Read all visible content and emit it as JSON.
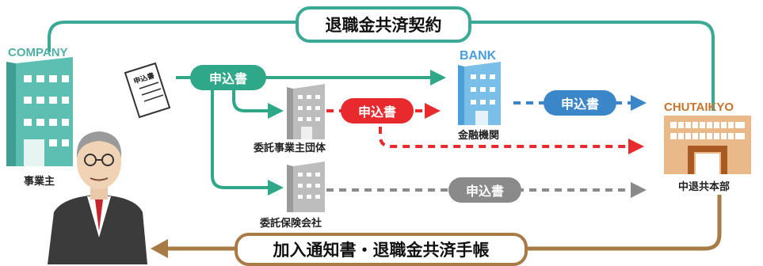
{
  "top_banner": "退職金共済契約",
  "bottom_banner": "加入通知書・退職金共済手帳",
  "company": {
    "tag": "COMPANY",
    "label": "事業主",
    "color": "#4fb0a6"
  },
  "bank": {
    "tag": "BANK",
    "label": "金融機関",
    "color": "#4a9fd8"
  },
  "chutaikyo": {
    "tag": "CHUTAIKYO",
    "label": "中退共本部",
    "color": "#c8742e"
  },
  "entrust_group": {
    "label": "委託事業主団体"
  },
  "entrust_insurance": {
    "label": "委託保険会社"
  },
  "document": {
    "label": "申込書"
  },
  "pills": {
    "main": "申込書",
    "red": "申込書",
    "blue": "申込書",
    "gray": "申込書"
  },
  "colors": {
    "green": "#2fa889",
    "red": "#e8292e",
    "blue": "#3a86c8",
    "gray": "#8a8a8a",
    "brown": "#a87a45",
    "teal_border": "#3aaa96"
  }
}
